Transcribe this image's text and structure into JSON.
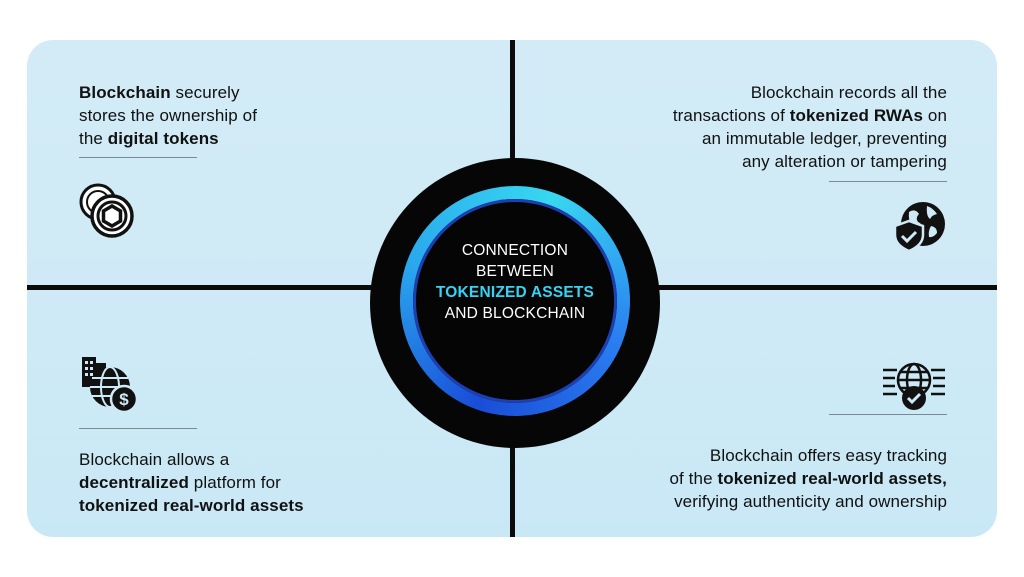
{
  "center": {
    "line1": "CONNECTION",
    "line2": "BETWEEN",
    "highlight": "TOKENIZED ASSETS",
    "line4": "AND BLOCKCHAIN"
  },
  "top_left": {
    "b1": "Blockchain",
    "t1": " securely",
    "t2": "stores the ownership of",
    "t3": "the ",
    "b2": "digital tokens",
    "icon": "coins-icon"
  },
  "top_right": {
    "t1": "Blockchain records all the",
    "t2": "transactions of ",
    "b1": "tokenized RWAs",
    "t3": " on",
    "t4": "an immutable ledger, preventing",
    "t5": "any alteration or tampering",
    "icon": "globe-shield-icon"
  },
  "bottom_left": {
    "t1": "Blockchain allows a",
    "b1": "decentralized",
    "t2": " platform for",
    "b2": "tokenized real-world assets",
    "icon": "city-globe-dollar-icon"
  },
  "bottom_right": {
    "t1": "Blockchain offers easy tracking",
    "t2": "of the ",
    "b1": "tokenized real-world assets,",
    "t3": "verifying authenticity and ownership",
    "icon": "network-globe-check-icon"
  },
  "colors": {
    "panel": "#cfeaf6",
    "divider": "#0b0b0b",
    "center_bg": "#060606",
    "accent": "#36d3f3",
    "ring_blue": "#1a4dd8"
  }
}
